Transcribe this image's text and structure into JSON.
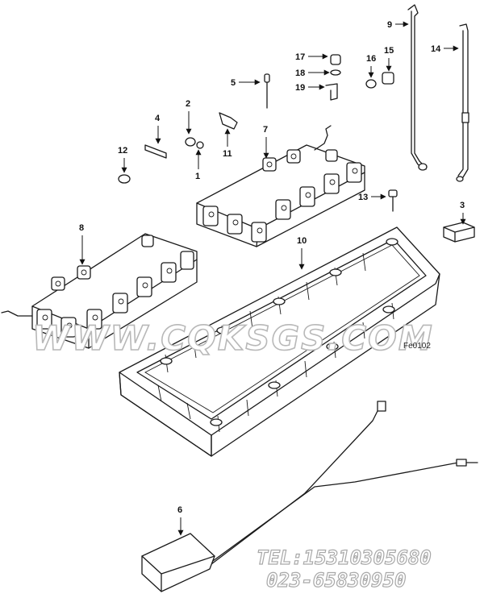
{
  "watermark": "WWW.CQKSGS.COM",
  "contact": {
    "phone": "TEL:15310305680",
    "landline": "023-65830950"
  },
  "figure_code": "Fe0102",
  "callouts": [
    {
      "id": "c1",
      "label": "1"
    },
    {
      "id": "c2",
      "label": "2"
    },
    {
      "id": "c3",
      "label": "3"
    },
    {
      "id": "c4",
      "label": "4"
    },
    {
      "id": "c5",
      "label": "5"
    },
    {
      "id": "c6",
      "label": "6"
    },
    {
      "id": "c7",
      "label": "7"
    },
    {
      "id": "c8",
      "label": "8"
    },
    {
      "id": "c9",
      "label": "9"
    },
    {
      "id": "c10",
      "label": "10"
    },
    {
      "id": "c11",
      "label": "11"
    },
    {
      "id": "c12",
      "label": "12"
    },
    {
      "id": "c13",
      "label": "13"
    },
    {
      "id": "c14",
      "label": "14"
    },
    {
      "id": "c15",
      "label": "15"
    },
    {
      "id": "c16",
      "label": "16"
    },
    {
      "id": "c17",
      "label": "17"
    },
    {
      "id": "c18",
      "label": "18"
    },
    {
      "id": "c19",
      "label": "19"
    }
  ],
  "colors": {
    "line": "#1a1a1a",
    "watermark_stroke": "#b8b8b8"
  }
}
